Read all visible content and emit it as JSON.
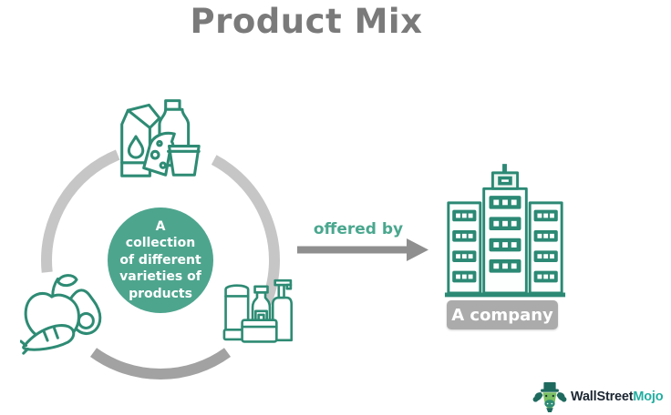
{
  "title": "Product Mix",
  "diagram": {
    "center_label": "A\ncollection\nof different\nvarieties of\nproducts",
    "icons": [
      {
        "name": "dairy-products-icon"
      },
      {
        "name": "fruits-vegetables-icon"
      },
      {
        "name": "cosmetics-icon"
      }
    ]
  },
  "relation": {
    "arrow_label": "offered by"
  },
  "company": {
    "icon": "company-building-icon",
    "label": "A company"
  },
  "branding": {
    "icon": "bull-mascot-icon",
    "name_part1": "WallStreet",
    "name_part2": "Mojo"
  },
  "colors": {
    "icon_stroke_teal": "#2e8b74",
    "center_circle_teal": "#4ea58e",
    "label_teal": "#4aa78e",
    "title_gray": "#7a7a7a",
    "ring_gray": "#c6c6c6",
    "ring_bottom_gray": "#a2a2a2",
    "arrow_gray": "#8f8f8f",
    "button_gray": "#ababab",
    "logo_navy": "#1c2733",
    "logo_teal": "#23aea1"
  }
}
